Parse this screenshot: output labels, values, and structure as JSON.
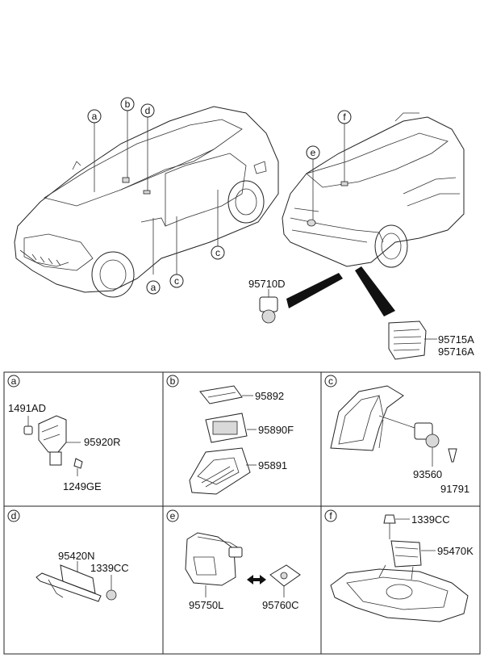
{
  "top_callouts": {
    "a": "a",
    "b": "b",
    "d": "d",
    "c": "c",
    "a2": "a",
    "c2": "c",
    "e": "e",
    "f": "f"
  },
  "top_parts": {
    "sensor_rear": "95710D",
    "module_1": "95715A",
    "module_2": "95716A"
  },
  "panels": [
    {
      "letter": "a",
      "parts": [
        "1491AD",
        "95920R",
        "1249GE"
      ]
    },
    {
      "letter": "b",
      "parts": [
        "95892",
        "95890F",
        "95891"
      ]
    },
    {
      "letter": "c",
      "parts": [
        "93560",
        "91791"
      ]
    },
    {
      "letter": "d",
      "parts": [
        "95420N",
        "1339CC"
      ]
    },
    {
      "letter": "e",
      "parts": [
        "95750L",
        "95760C"
      ]
    },
    {
      "letter": "f",
      "parts": [
        "1339CC",
        "95470K"
      ]
    }
  ],
  "colors": {
    "line": "#222222",
    "background": "#ffffff",
    "arrow": "#111111"
  }
}
